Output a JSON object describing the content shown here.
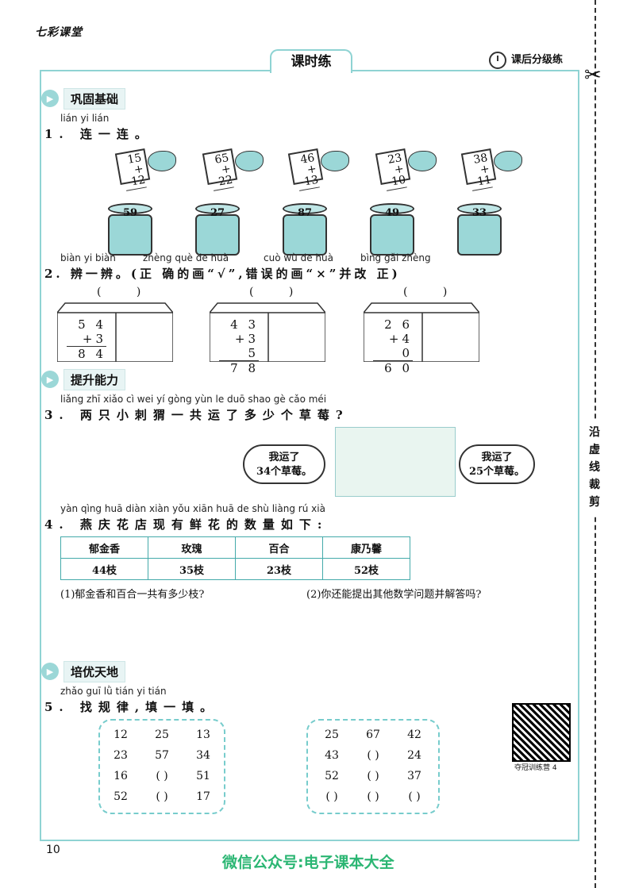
{
  "header": {
    "brand": "七彩课堂",
    "title": "课时练",
    "tag": "课后分级练",
    "cut_text": [
      "沿",
      "虚",
      "线",
      "裁",
      "剪"
    ]
  },
  "sections": {
    "s1": "巩固基础",
    "s2": "提升能力",
    "s3": "培优天地"
  },
  "q1": {
    "pinyin": "lián yi lián",
    "text": "1. 连一连。",
    "cards": [
      [
        "15",
        "+ 12"
      ],
      [
        "65",
        "+ 22"
      ],
      [
        "46",
        "+ 13"
      ],
      [
        "23",
        "+ 10"
      ],
      [
        "38",
        "+ 11"
      ]
    ],
    "cans": [
      "59",
      "27",
      "87",
      "49",
      "33"
    ]
  },
  "q2": {
    "pinyin": [
      "biàn yi biàn",
      "zhèng què de huà",
      "cuò wù de huà",
      "bìng gǎi zhèng"
    ],
    "text": "2. 辨一辨。(正 确的画“√”,错误的画“×”并改 正)",
    "paren": "(  )",
    "calcs": [
      [
        "5 4",
        "+3",
        "8 4"
      ],
      [
        "4 3",
        "+3 5",
        "7 8"
      ],
      [
        "2 6",
        "+4 0",
        "6 0"
      ]
    ]
  },
  "q3": {
    "pinyin": "liǎng zhī xiǎo cì wei yí gòng yùn le duō shao gè cǎo méi",
    "text": "3. 两只小刺猬一共运了多少个草莓?",
    "left_bubble": [
      "我运了",
      "34个草莓。"
    ],
    "right_bubble": [
      "我运了",
      "25个草莓。"
    ]
  },
  "q4": {
    "pinyin": "yàn qìng huā diàn xiàn yǒu xiān huā de shù liàng rú xià",
    "text": "4. 燕庆花店现有鲜花的数量如下:",
    "headers": [
      "郁金香",
      "玫瑰",
      "百合",
      "康乃馨"
    ],
    "values": [
      "44枝",
      "35枝",
      "23枝",
      "52枝"
    ],
    "sub1": "(1)郁金香和百合一共有多少枝?",
    "sub2": "(2)你还能提出其他数学问题并解答吗?"
  },
  "q5": {
    "pinyin": "zhǎo guī lǜ   tián yi tián",
    "text": "5. 找规律,填一填。",
    "left_grid": [
      [
        "12",
        "25",
        "13"
      ],
      [
        "23",
        "57",
        "34"
      ],
      [
        "16",
        "(    )",
        "51"
      ],
      [
        "52",
        "(    )",
        "17"
      ]
    ],
    "right_grid": [
      [
        "25",
        "67",
        "42"
      ],
      [
        "43",
        "(    )",
        "24"
      ],
      [
        "52",
        "(    )",
        "37"
      ],
      [
        "(    )",
        "(    )",
        "(    )"
      ]
    ]
  },
  "qr_caption": "夺冠训练营 4",
  "page_number": "10",
  "footer": "微信公众号:电子课本大全",
  "colors": {
    "accent": "#9bd7d7",
    "footer": "#2bb673"
  }
}
